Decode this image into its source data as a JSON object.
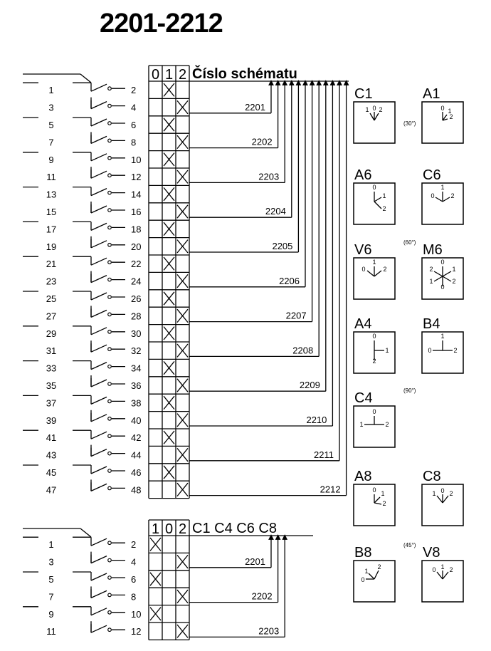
{
  "title": "2201-2212",
  "upper": {
    "headers": [
      "0",
      "1",
      "2"
    ],
    "column_title": "Číslo schématu",
    "rows": [
      {
        "left": "1",
        "right": "2",
        "x": 1
      },
      {
        "left": "3",
        "right": "4",
        "x": 2
      },
      {
        "left": "5",
        "right": "6",
        "x": 1
      },
      {
        "left": "7",
        "right": "8",
        "x": 2
      },
      {
        "left": "9",
        "right": "10",
        "x": 1
      },
      {
        "left": "11",
        "right": "12",
        "x": 2
      },
      {
        "left": "13",
        "right": "14",
        "x": 1
      },
      {
        "left": "15",
        "right": "16",
        "x": 2
      },
      {
        "left": "17",
        "right": "18",
        "x": 1
      },
      {
        "left": "19",
        "right": "20",
        "x": 2
      },
      {
        "left": "21",
        "right": "22",
        "x": 1
      },
      {
        "left": "23",
        "right": "24",
        "x": 2
      },
      {
        "left": "25",
        "right": "26",
        "x": 1
      },
      {
        "left": "27",
        "right": "28",
        "x": 2
      },
      {
        "left": "29",
        "right": "30",
        "x": 1
      },
      {
        "left": "31",
        "right": "32",
        "x": 2
      },
      {
        "left": "33",
        "right": "34",
        "x": 1
      },
      {
        "left": "35",
        "right": "36",
        "x": 2
      },
      {
        "left": "37",
        "right": "38",
        "x": 1
      },
      {
        "left": "39",
        "right": "40",
        "x": 2
      },
      {
        "left": "41",
        "right": "42",
        "x": 1
      },
      {
        "left": "43",
        "right": "44",
        "x": 2
      },
      {
        "left": "45",
        "right": "46",
        "x": 1
      },
      {
        "left": "47",
        "right": "48",
        "x": 2
      }
    ],
    "schemes": [
      "2201",
      "2202",
      "2203",
      "2204",
      "2205",
      "2206",
      "2207",
      "2208",
      "2209",
      "2210",
      "2211",
      "2212"
    ]
  },
  "lower": {
    "headers": [
      "1",
      "0",
      "2"
    ],
    "column_title": "C1 C4 C6 C8",
    "rows": [
      {
        "left": "1",
        "right": "2",
        "x": 0
      },
      {
        "left": "3",
        "right": "4",
        "x": 2
      },
      {
        "left": "5",
        "right": "6",
        "x": 0
      },
      {
        "left": "7",
        "right": "8",
        "x": 2
      },
      {
        "left": "9",
        "right": "10",
        "x": 0
      },
      {
        "left": "11",
        "right": "12",
        "x": 2
      }
    ],
    "schemes": [
      "2201",
      "2202",
      "2203"
    ]
  },
  "positions": [
    {
      "label": "C1",
      "angle": "(30°)",
      "marks": [
        "1",
        "0",
        "2"
      ]
    },
    {
      "label": "A1",
      "marks": [
        "0",
        "1",
        "2"
      ]
    },
    {
      "label": "A6",
      "marks": [
        "0",
        "1",
        "2"
      ]
    },
    {
      "label": "C6",
      "marks": [
        "0",
        "1",
        "2"
      ]
    },
    {
      "label": "V6",
      "angle": "(60°)",
      "marks": [
        "0",
        "1",
        "2"
      ]
    },
    {
      "label": "M6",
      "marks": [
        "2",
        "0",
        "1",
        "1",
        "0",
        "2"
      ]
    },
    {
      "label": "A4",
      "marks": [
        "0",
        "1",
        "2"
      ]
    },
    {
      "label": "B4",
      "marks": [
        "1",
        "0",
        "2"
      ]
    },
    {
      "label": "C4",
      "angle": "(90°)",
      "marks": [
        "0",
        "1",
        "2"
      ]
    },
    {
      "label": "A8",
      "marks": [
        "0",
        "1",
        "2"
      ]
    },
    {
      "label": "C8",
      "marks": [
        "1",
        "0",
        "2"
      ]
    },
    {
      "label": "B8",
      "angle": "(45°)",
      "marks": [
        "1",
        "2",
        "0"
      ]
    },
    {
      "label": "V8",
      "marks": [
        "0",
        "1",
        "2"
      ]
    }
  ]
}
